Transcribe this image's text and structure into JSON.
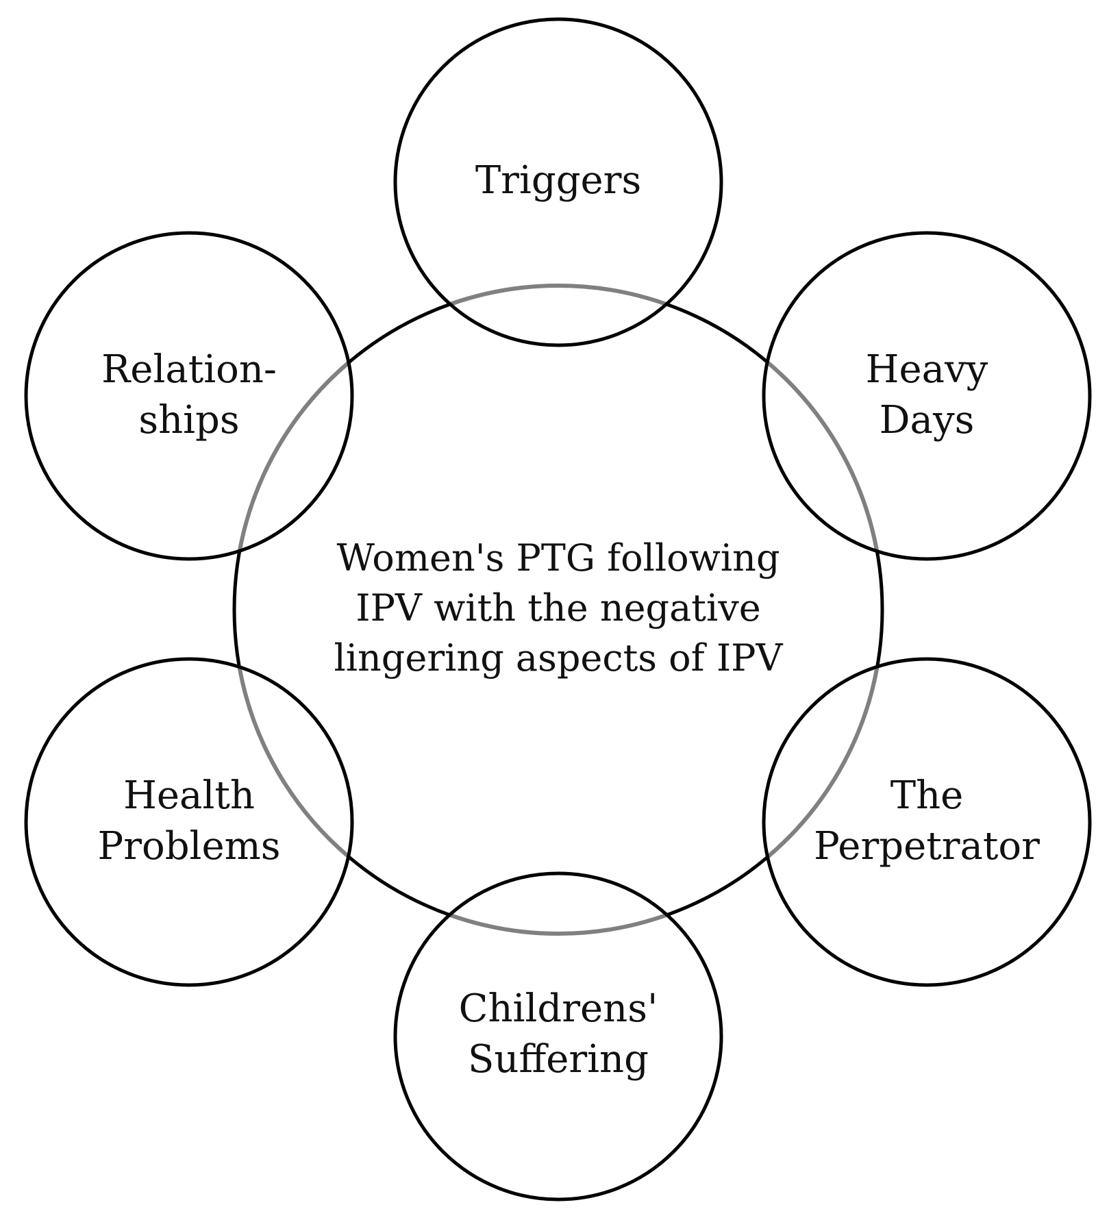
{
  "diagram": {
    "center": {
      "lines": [
        "Women's PTG following",
        "IPV with the negative",
        "lingering aspects of IPV"
      ]
    },
    "satellites": [
      {
        "id": "triggers",
        "lines": [
          "Triggers"
        ]
      },
      {
        "id": "heavy-days",
        "lines": [
          "Heavy",
          "Days"
        ]
      },
      {
        "id": "the-perpetrator",
        "lines": [
          "The",
          "Perpetrator"
        ]
      },
      {
        "id": "childrens-suffering",
        "lines": [
          "Childrens'",
          "Suffering"
        ]
      },
      {
        "id": "health-problems",
        "lines": [
          "Health",
          "Problems"
        ]
      },
      {
        "id": "relationships",
        "lines": [
          "Relation-",
          "ships"
        ]
      }
    ],
    "colors": {
      "outline": "#000000",
      "center_outline_light": "#808080",
      "text": "#111111",
      "background": "#ffffff"
    }
  }
}
